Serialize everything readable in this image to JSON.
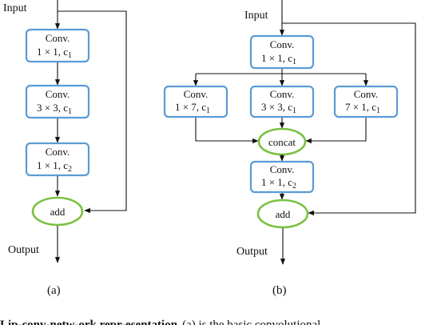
{
  "diagram_a": {
    "input_label": "Input",
    "output_label": "Output",
    "caption": "(a)",
    "blocks": [
      {
        "line1": "Conv.",
        "line2": "1 × 1, c",
        "sub": "1"
      },
      {
        "line1": "Conv.",
        "line2": "3 × 3, c",
        "sub": "1"
      },
      {
        "line1": "Conv.",
        "line2": "1 × 1, c",
        "sub": "2"
      }
    ],
    "add_label": "add"
  },
  "diagram_b": {
    "input_label": "Input",
    "output_label": "Output",
    "caption": "(b)",
    "top_block": {
      "line1": "Conv.",
      "line2": "1 × 1, c",
      "sub": "1"
    },
    "branches": [
      {
        "line1": "Conv.",
        "line2": "1 × 7, c",
        "sub": "1"
      },
      {
        "line1": "Conv.",
        "line2": "3 × 3, c",
        "sub": "1"
      },
      {
        "line1": "Conv.",
        "line2": "7 × 1, c",
        "sub": "1"
      }
    ],
    "concat_label": "concat",
    "bottom_block": {
      "line1": "Conv.",
      "line2": "1 × 1, c",
      "sub": "2"
    },
    "add_label": "add"
  },
  "cut_caption": {
    "bold_part": "Lip-conv-netw-ork repr-esentation",
    "rest": "(a) is the basic convolutional"
  }
}
